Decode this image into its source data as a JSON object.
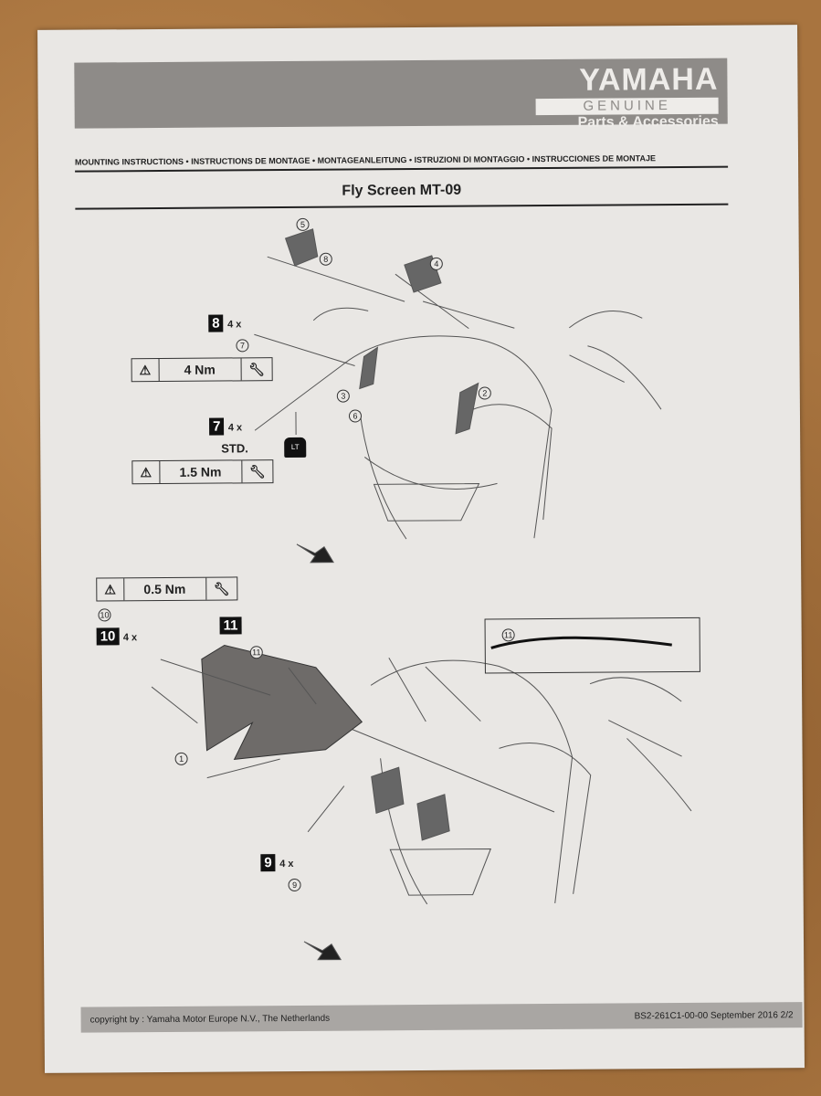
{
  "header": {
    "brand": "YAMAHA",
    "genuine": "GENUINE",
    "parts": "Parts & Accessories",
    "subtitle": "MOUNTING INSTRUCTIONS • INSTRUCTIONS DE MONTAGE • MONTAGEANLEITUNG • ISTRUZIONI DI MONTAGGIO • INSTRUCCIONES DE MONTAJE",
    "title": "Fly Screen  MT-09"
  },
  "step1": {
    "c5": "5",
    "c8": "8",
    "c4": "4",
    "s8": "8",
    "s8mult": "4 x",
    "c7": "7",
    "torque1": "4 Nm",
    "c3": "3",
    "c6": "6",
    "c2": "2",
    "s7": "7",
    "s7mult": "4 x",
    "std": "STD.",
    "torque2": "1.5 Nm",
    "lt": "LT"
  },
  "step2": {
    "torque": "0.5 Nm",
    "c10": "10",
    "s10": "10",
    "s10mult": "4 x",
    "s11": "11",
    "c11": "11",
    "c1": "1",
    "s9": "9",
    "s9mult": "4 x",
    "c9": "9",
    "inset_c11": "11"
  },
  "footer": {
    "copyright": "copyright by : Yamaha Motor Europe N.V., The Netherlands",
    "code": "BS2-261C1-00-00  September 2016 2/2"
  },
  "colors": {
    "band": "#8e8b88",
    "paper": "#e9e7e4"
  }
}
